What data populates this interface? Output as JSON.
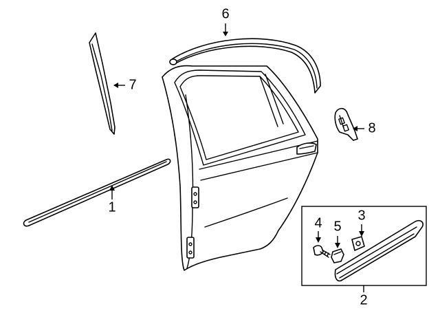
{
  "diagram": {
    "callouts": [
      {
        "id": "c1",
        "label": "1",
        "part": "belt-molding-strip"
      },
      {
        "id": "c2",
        "label": "2",
        "part": "lower-body-side-molding-kit"
      },
      {
        "id": "c3",
        "label": "3",
        "part": "clip-nut"
      },
      {
        "id": "c4",
        "label": "4",
        "part": "screw"
      },
      {
        "id": "c5",
        "label": "5",
        "part": "retainer-clip"
      },
      {
        "id": "c6",
        "label": "6",
        "part": "window-frame-molding"
      },
      {
        "id": "c7",
        "label": "7",
        "part": "pillar-applique"
      },
      {
        "id": "c8",
        "label": "8",
        "part": "end-cap-bracket"
      }
    ],
    "colors": {
      "line": "#000000",
      "background": "#ffffff"
    }
  }
}
